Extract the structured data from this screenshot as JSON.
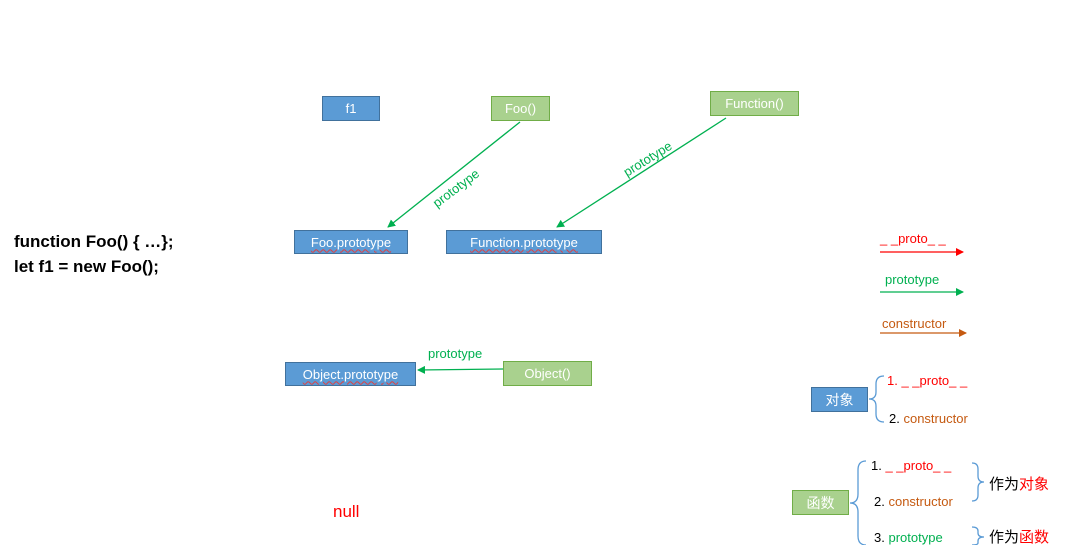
{
  "code": {
    "line1": "function Foo() { …};",
    "line2": "let f1 = new Foo();"
  },
  "nodes": {
    "f1": "f1",
    "foo": "Foo()",
    "function": "Function()",
    "foo_prototype": "Foo.prototype",
    "function_prototype": "Function.prototype",
    "object_prototype": "Object.prototype",
    "object": "Object()",
    "null": "null"
  },
  "edges": {
    "foo_to_prototype": "prototype",
    "function_to_prototype": "prototype",
    "object_to_prototype": "prototype"
  },
  "legend": {
    "proto": "_ _proto_ _",
    "prototype": "prototype",
    "constructor": "constructor"
  },
  "object_summary": {
    "label": "对象",
    "items": [
      "1. _ _proto_ _",
      "2. constructor"
    ]
  },
  "function_summary": {
    "label": "函数",
    "items": [
      "1. _ _proto_ _",
      "2. constructor",
      "3. prototype"
    ],
    "as_object_prefix": "作为",
    "as_object_word": "对象",
    "as_function_prefix": "作为",
    "as_function_word": "函数"
  },
  "colors": {
    "proto": "#ff0000",
    "prototype": "#00b050",
    "constructor": "#c55a11",
    "node_blue": "#5b9bd5",
    "node_green": "#a9d18e"
  }
}
